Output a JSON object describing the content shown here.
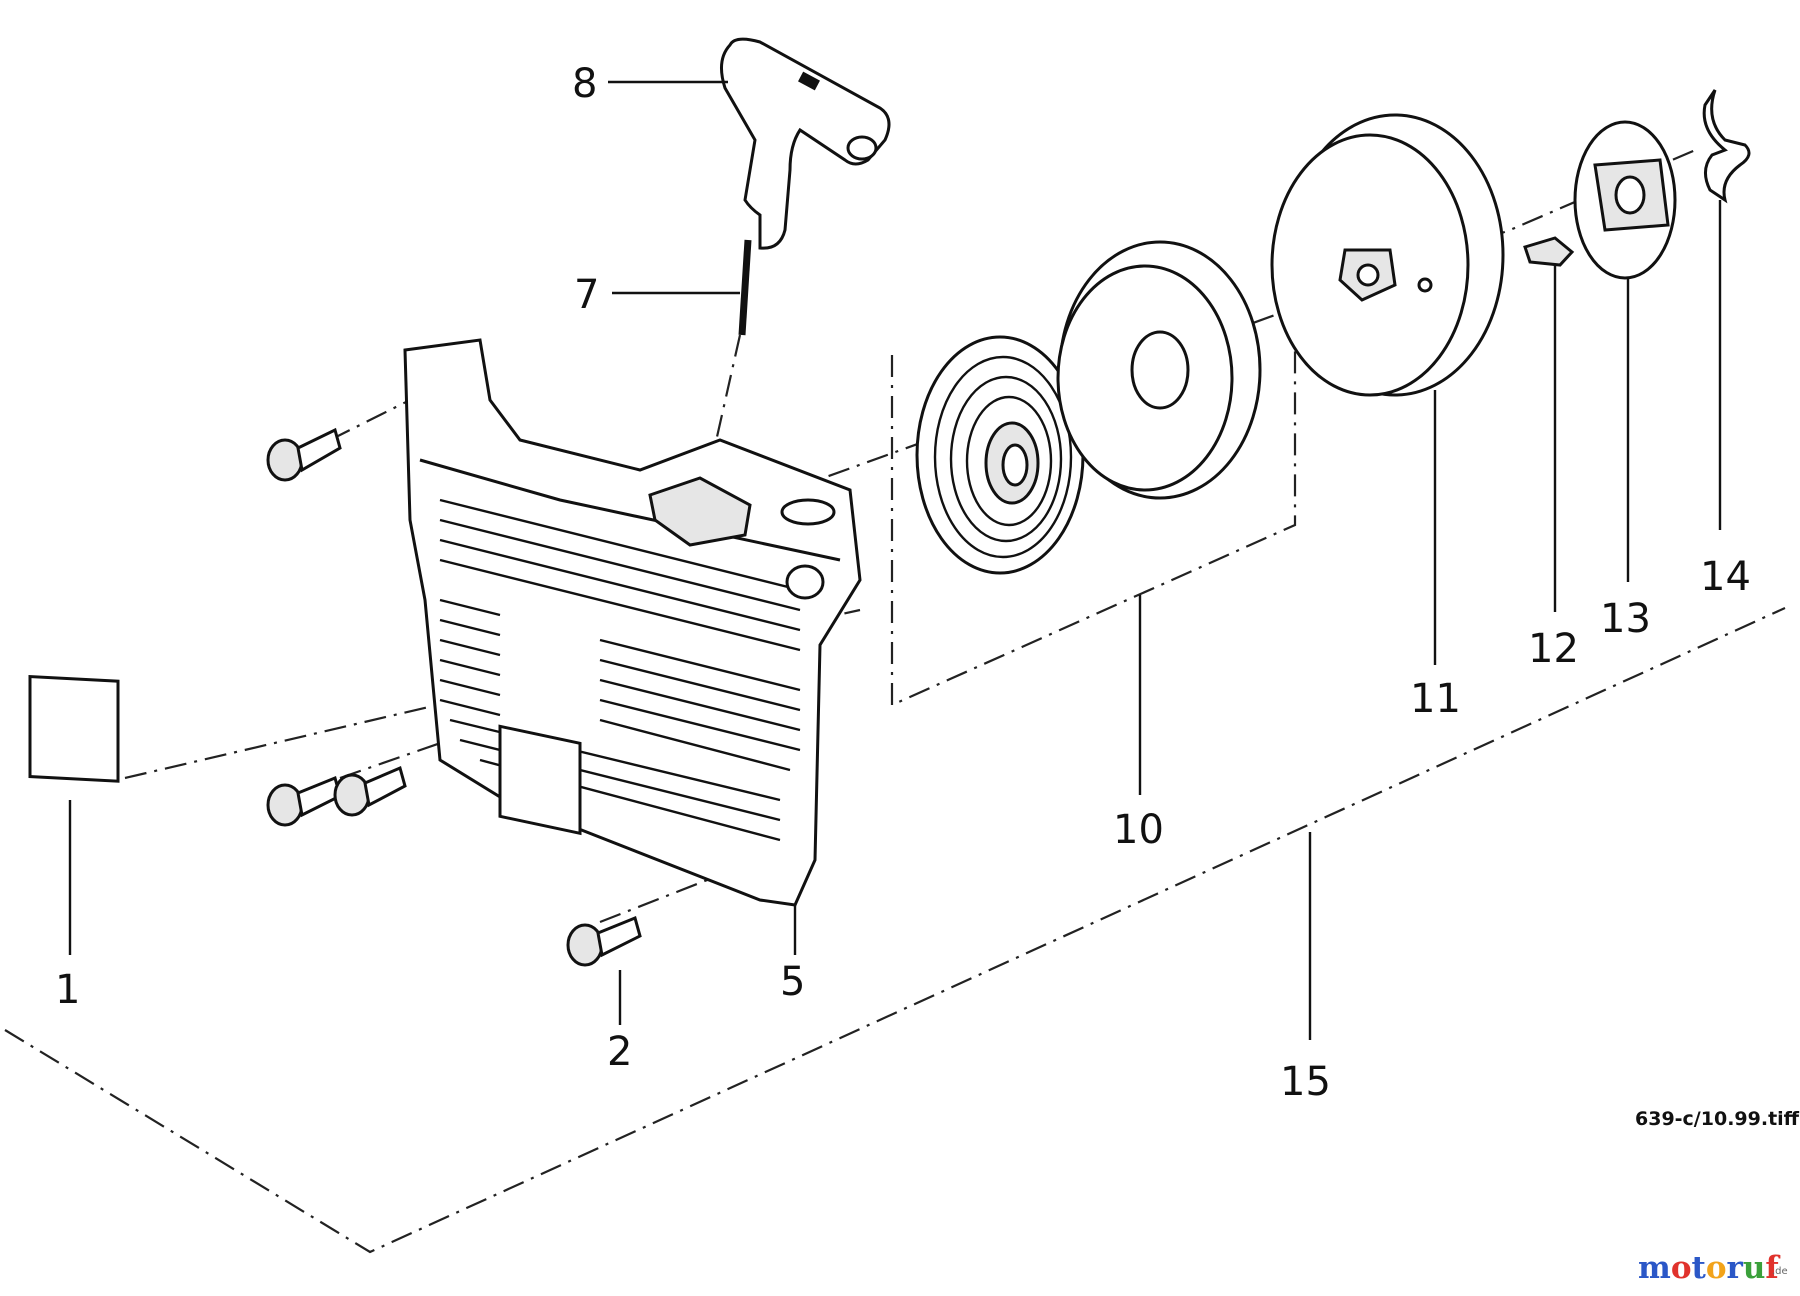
{
  "diagram": {
    "callouts": [
      {
        "id": "1",
        "label": "1"
      },
      {
        "id": "2",
        "label": "2"
      },
      {
        "id": "5",
        "label": "5"
      },
      {
        "id": "7",
        "label": "7"
      },
      {
        "id": "8",
        "label": "8"
      },
      {
        "id": "10",
        "label": "10"
      },
      {
        "id": "11",
        "label": "11"
      },
      {
        "id": "12",
        "label": "12"
      },
      {
        "id": "13",
        "label": "13"
      },
      {
        "id": "14",
        "label": "14"
      },
      {
        "id": "15",
        "label": "15"
      }
    ],
    "file_label": "639-c/10.99.tiff",
    "watermark": {
      "letters": [
        "m",
        "o",
        "t",
        "o",
        "r",
        "u",
        "f"
      ],
      "letter_colors": [
        "#2b57c7",
        "#e0322c",
        "#2b57c7",
        "#f2a31b",
        "#2b57c7",
        "#3aa03a",
        "#e0322c"
      ],
      "suffix": ".de"
    },
    "line_color": "#111111",
    "background": "#ffffff"
  }
}
